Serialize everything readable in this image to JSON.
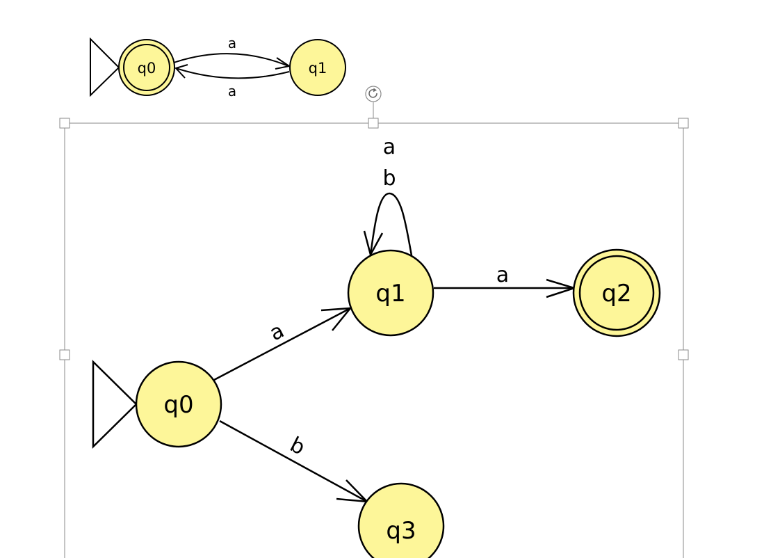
{
  "small_automaton": {
    "states": [
      {
        "id": "q0",
        "label": "q0",
        "initial": true,
        "accepting": true
      },
      {
        "id": "q1",
        "label": "q1",
        "initial": false,
        "accepting": false
      }
    ],
    "transitions": [
      {
        "from": "q0",
        "to": "q1",
        "label": "a"
      },
      {
        "from": "q1",
        "to": "q0",
        "label": "a"
      }
    ]
  },
  "large_automaton": {
    "states": [
      {
        "id": "q0",
        "label": "q0",
        "initial": true,
        "accepting": false
      },
      {
        "id": "q1",
        "label": "q1",
        "initial": false,
        "accepting": false
      },
      {
        "id": "q2",
        "label": "q2",
        "initial": false,
        "accepting": true
      },
      {
        "id": "q3",
        "label": "q3",
        "initial": false,
        "accepting": false
      }
    ],
    "transitions": [
      {
        "from": "q0",
        "to": "q1",
        "label": "a"
      },
      {
        "from": "q0",
        "to": "q3",
        "label": "b"
      },
      {
        "from": "q1",
        "to": "q2",
        "label": "a"
      },
      {
        "from": "q1",
        "to": "q1",
        "label_line1": "a",
        "label_line2": "b"
      }
    ]
  },
  "colors": {
    "state_fill": "#fdf699",
    "stroke": "#000000",
    "selection": "#8a8a8a"
  },
  "selection_icon": "rotate-handle-icon"
}
